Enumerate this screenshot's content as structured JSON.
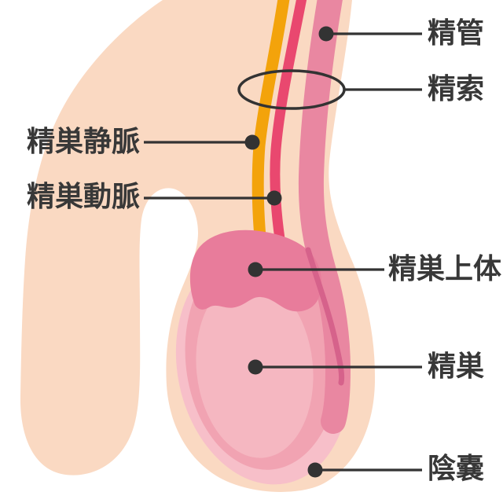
{
  "labels": {
    "vas_deferens": "精管",
    "spermatic_cord": "精索",
    "testicular_vein": "精巣静脈",
    "testicular_artery": "精巣動脈",
    "epididymis": "精巣上体",
    "testis": "精巣",
    "scrotum": "陰嚢"
  },
  "colors": {
    "background": "#FFFFFF",
    "skin": "#FAD9C2",
    "inner_sac": "#F7BFC9",
    "testis": "#F1A3B2",
    "testis_highlight": "#F5B7C1",
    "epididymis": "#E87C9B",
    "duct_band": "#E987A1",
    "duct_line": "#D6628B",
    "vein": "#F3A30B",
    "artery": "#E9486F",
    "annotation": "#333333",
    "text": "#383838"
  }
}
